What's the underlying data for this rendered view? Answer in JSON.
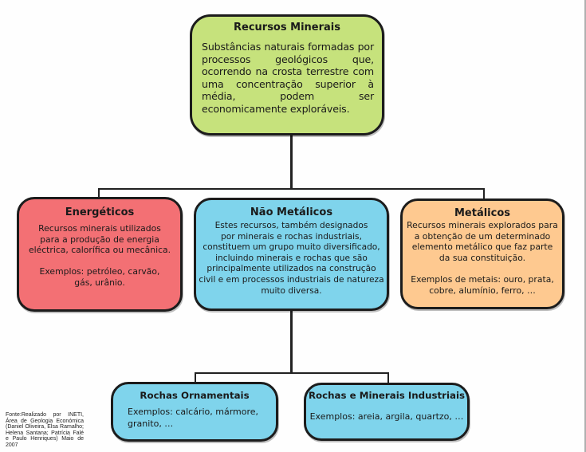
{
  "diagram": {
    "root": {
      "title": "Recursos Minerais",
      "text": "Substâncias naturais formadas por processos geológicos que, ocorrendo na crosta terrestre com uma concentração superior à média, podem ser economicamente exploráveis.",
      "color": "#c6e27c"
    },
    "energeticos": {
      "title": "Energéticos",
      "line1": "Recursos minerais utilizados",
      "line2": "para a produção de energia",
      "line3": "eléctrica, calorífica ou mecânica.",
      "examples1": "Exemplos: petróleo, carvão,",
      "examples2": "gás, urânio.",
      "color": "#f37074"
    },
    "nao_metalicos": {
      "title": "Não Metálicos",
      "lines": [
        "Estes recursos, também designados",
        "por minerais e rochas industriais,",
        "constituem um grupo muito diversificado,",
        "incluindo minerais e rochas que são",
        "principalmente utilizados na construção",
        "civil e em processos industriais de natureza",
        "muito diversa."
      ],
      "color": "#7fd4ec"
    },
    "metalicos": {
      "title": "Metálicos",
      "line1": "Recursos minerais explorados para",
      "line2": "a obtenção de um determinado",
      "line3": "elemento metálico que faz parte",
      "line4": "da sua constituição.",
      "examples1": "Exemplos de metais: ouro, prata,",
      "examples2": "cobre, alumínio, ferro, …",
      "color": "#fec990"
    },
    "rochas_ornamentais": {
      "title": "Rochas Ornamentais",
      "examples1": "Exemplos: calcário, mármore,",
      "examples2": "granito, …"
    },
    "rochas_minerais_industriais": {
      "title": "Rochas e Minerais Industriais",
      "examples": "Exemplos: areia, argila, quartzo, …"
    }
  },
  "source": "Fonte:Realizado por INETI, Área de Geologia Económica (Daniel Oliveira, Elsa Ramalho; Helena Santana; Patrícia Falé e Paulo Henriques) Maio de 2007"
}
